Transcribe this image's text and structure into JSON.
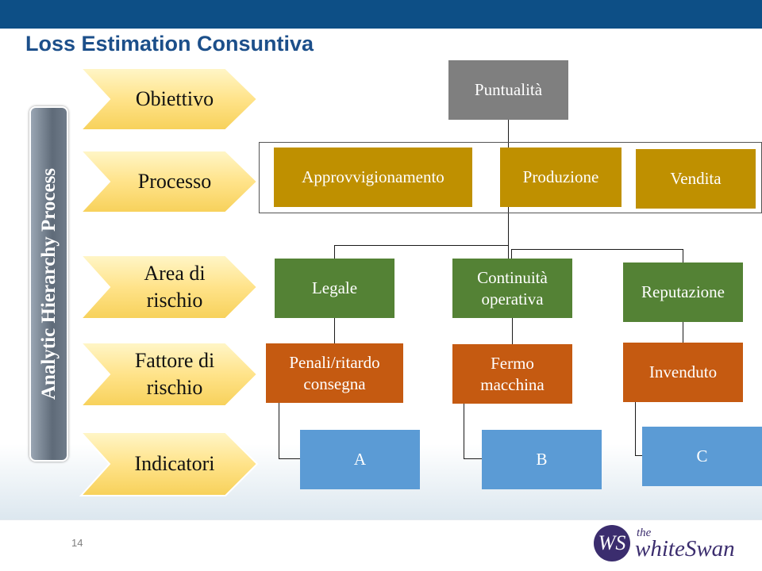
{
  "slide": {
    "title": "Loss Estimation Consuntiva",
    "page_number": "14",
    "side_banner": "Analytic Hierarchy Process"
  },
  "levels": [
    {
      "label": "Obiettivo"
    },
    {
      "label": "Processo"
    },
    {
      "label": "Area di rischio"
    },
    {
      "label": "Fattore di rischio"
    },
    {
      "label": "Indicatori"
    }
  ],
  "diagram": {
    "goal": "Puntualità",
    "processes": [
      "Approvvigionamento",
      "Produzione",
      "Vendita"
    ],
    "risk_areas": [
      "Legale",
      "Continuità operativa",
      "Reputazione"
    ],
    "risk_factors": [
      "Penali/ritardo consegna",
      "Fermo macchina",
      "Invenduto"
    ],
    "indicators": [
      "A",
      "B",
      "C"
    ]
  },
  "logo": {
    "monogram": "WS",
    "the": "the",
    "name": "whiteSwan"
  },
  "colors": {
    "header_bar": "#0d4f86",
    "title": "#1c4f8a",
    "goal": "#7f7f7f",
    "process": "#bf9000",
    "risk_area": "#548235",
    "risk_factor": "#c55a11",
    "indicator": "#5b9bd5",
    "chevron": "#ffe38a"
  }
}
